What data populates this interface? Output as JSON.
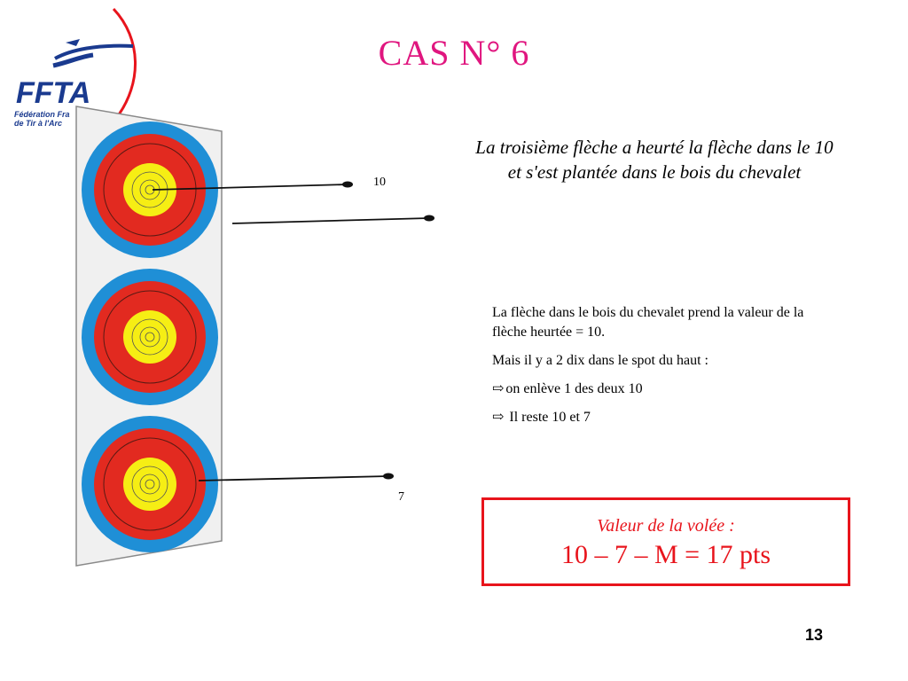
{
  "logo": {
    "name": "FFTA",
    "line1": "Fédération Fra",
    "line2": "de Tir à l'Arc",
    "colors": {
      "blue": "#1a3a8f",
      "red": "#e8141c"
    }
  },
  "title": "CAS   N° 6",
  "target_colors": {
    "blue": "#1f8fd6",
    "red": "#e22a20",
    "yellow": "#f6ee14",
    "board": "#f0f0f0"
  },
  "score_labels": {
    "top": "10",
    "bottom": "7"
  },
  "intro": "La troisième flèche a heurté la flèche dans le 10 et s'est plantée dans le bois du chevalet",
  "explanation": {
    "line1": "La flèche dans le bois du chevalet prend la valeur de la flèche heurtée = 10.",
    "line2": "Mais  il y a 2 dix dans le spot du haut :",
    "bullet1": "on enlève 1 des deux 10",
    "bullet2": " Il reste 10 et 7",
    "bullet_icon": "arrow-right-outline-icon"
  },
  "result": {
    "label": "Valeur de la volée :",
    "value": "10 – 7 – M = 17 pts"
  },
  "page_number": "13"
}
